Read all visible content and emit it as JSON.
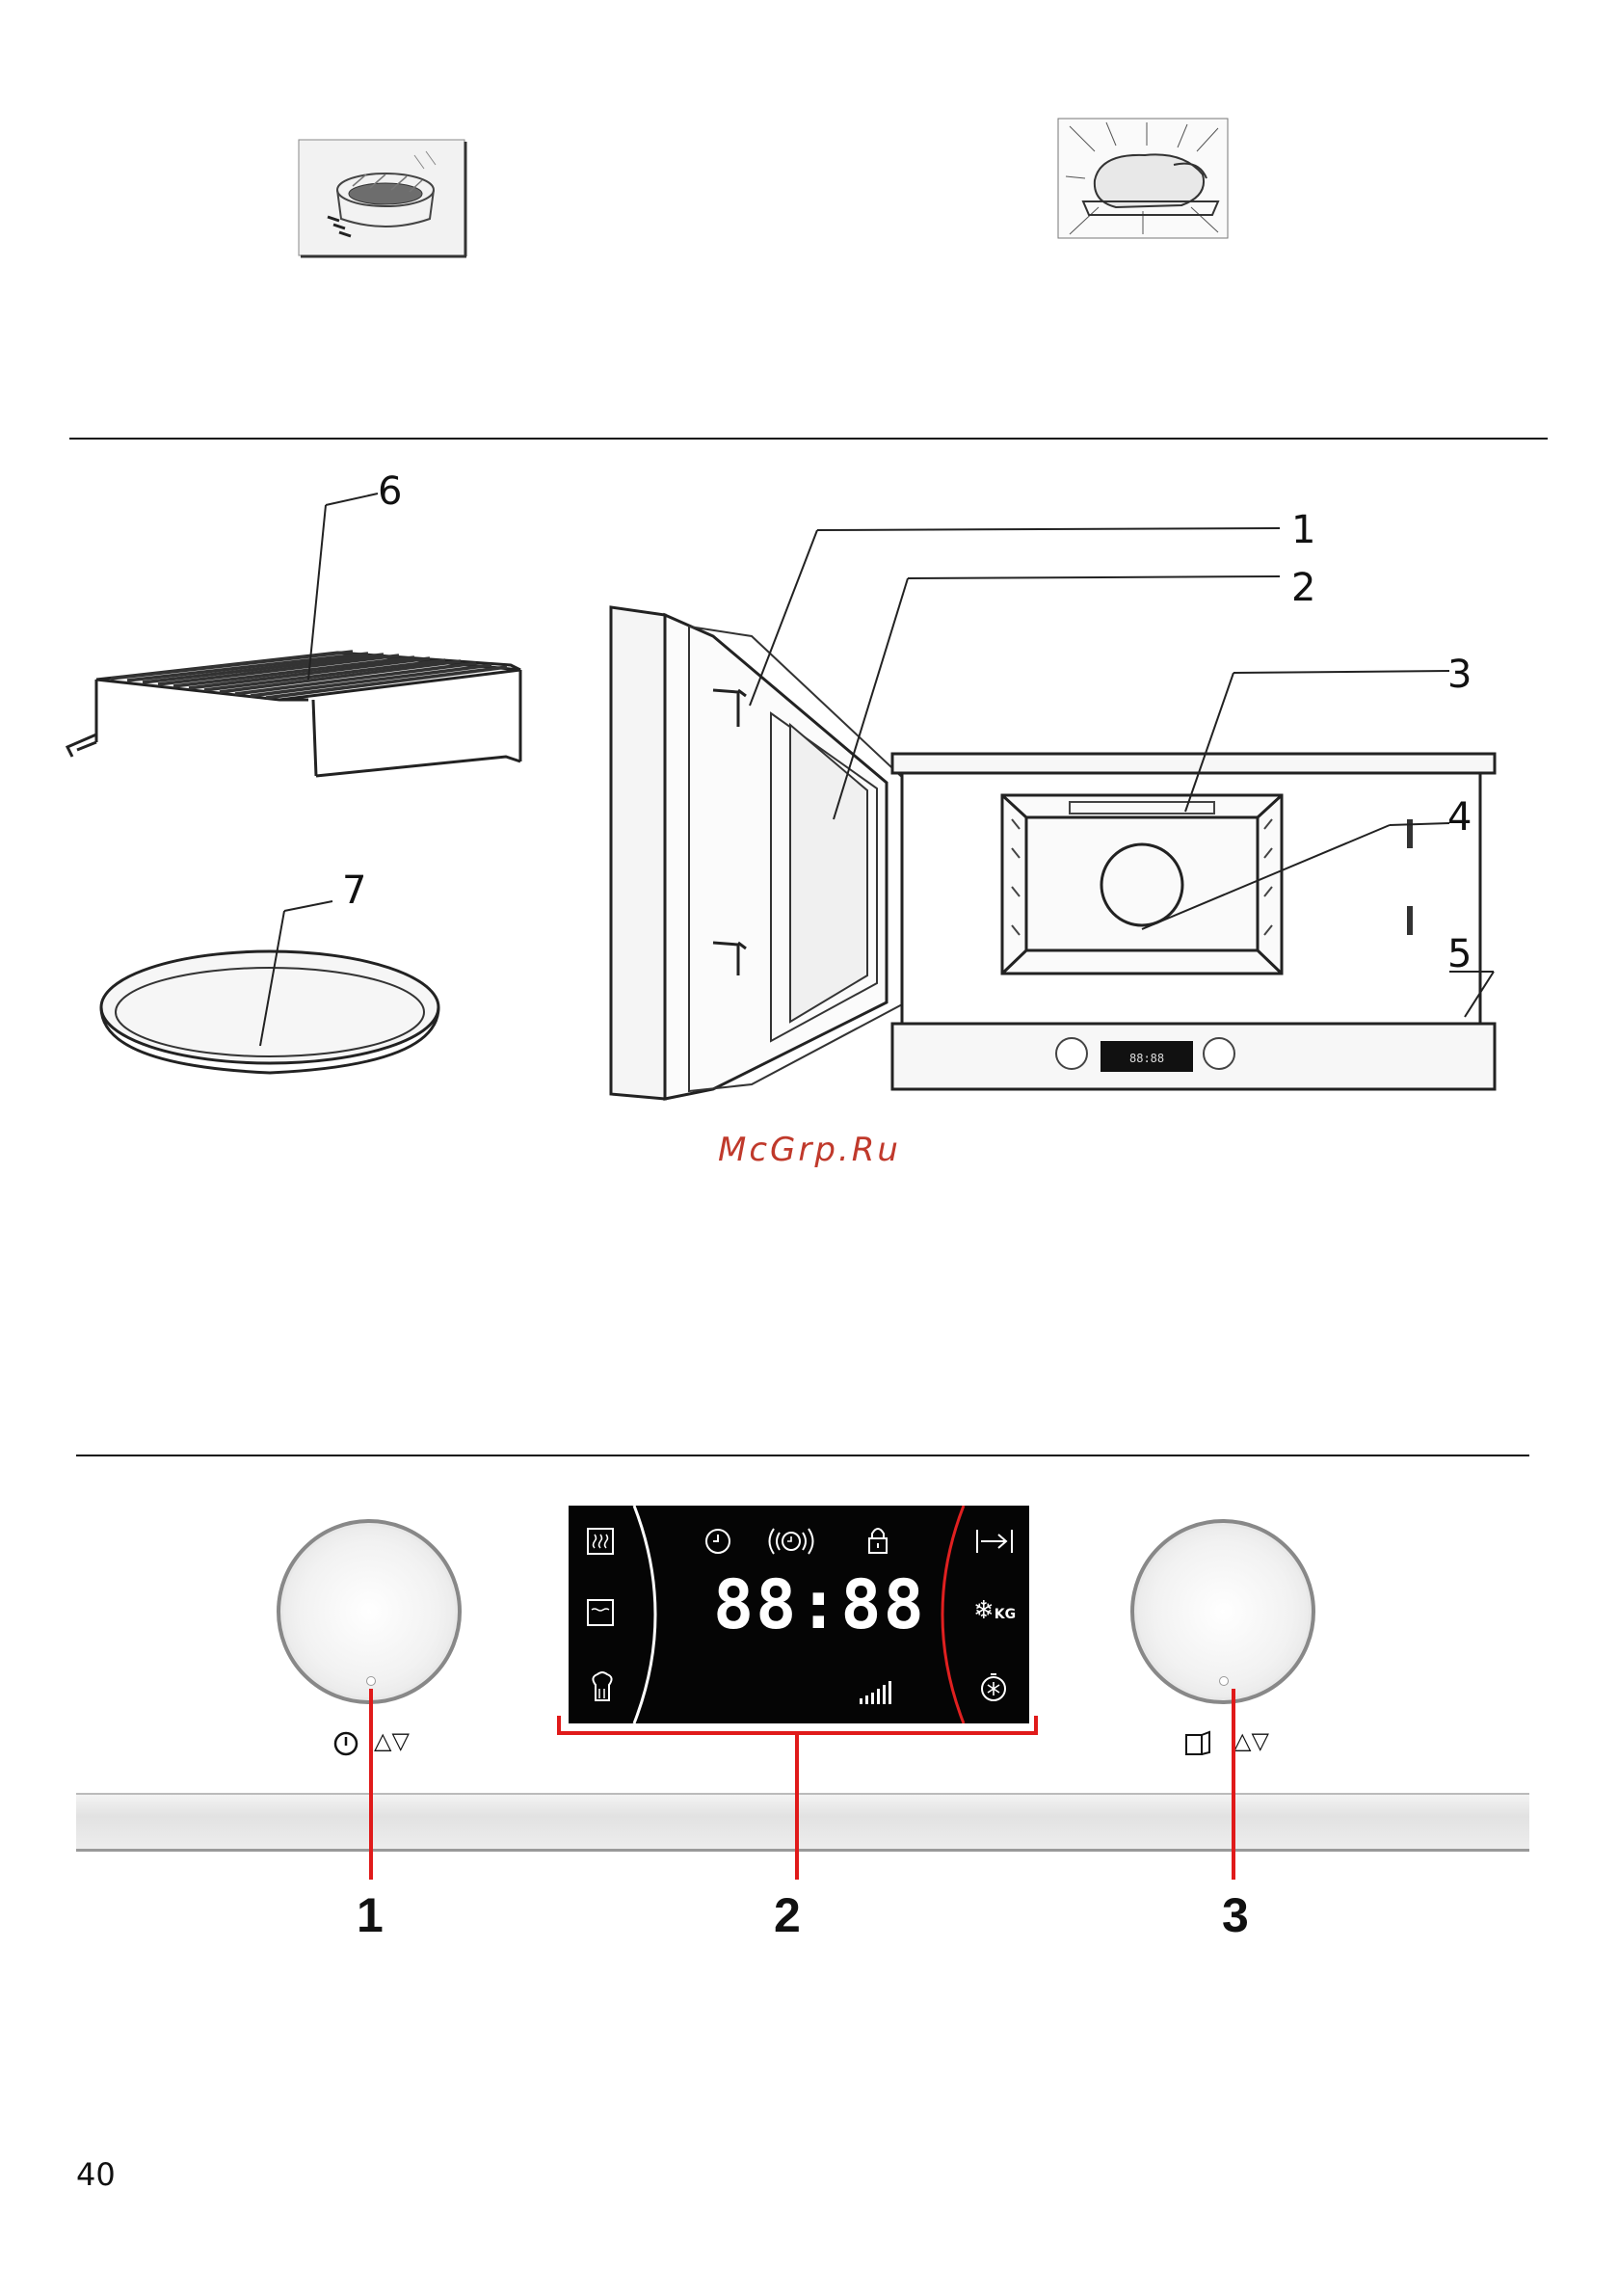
{
  "top_images": [
    {
      "name": "dish-on-rack",
      "icon": "dish-icon"
    },
    {
      "name": "roast-chicken",
      "icon": "chicken-icon"
    }
  ],
  "oven_diagram": {
    "callouts": [
      "1",
      "2",
      "3",
      "4",
      "5",
      "6",
      "7"
    ]
  },
  "watermark": {
    "text": "McGrp.Ru",
    "color": "#c0392b"
  },
  "control_panel": {
    "display": {
      "time": "88:88",
      "left_icons": [
        "grill-icon",
        "oven-icon",
        "chef-icon"
      ],
      "top_icons": [
        "clock-icon",
        "alarm-icon",
        "lock-icon"
      ],
      "right_icons": [
        "end-time-icon",
        "defrost-weight-icon",
        "defrost-timer-icon"
      ],
      "right_kg_label": "KG",
      "arc_colors": {
        "left": "#ffffff",
        "right": "#e02020"
      }
    },
    "knob_left_symbols": {
      "power": "power-icon",
      "arrows": "△▽"
    },
    "knob_right_symbols": {
      "door": "door-icon",
      "arrows": "△▽"
    },
    "labels": [
      "1",
      "2",
      "3"
    ],
    "accent_color": "#e01a1a"
  },
  "page_number": "40"
}
